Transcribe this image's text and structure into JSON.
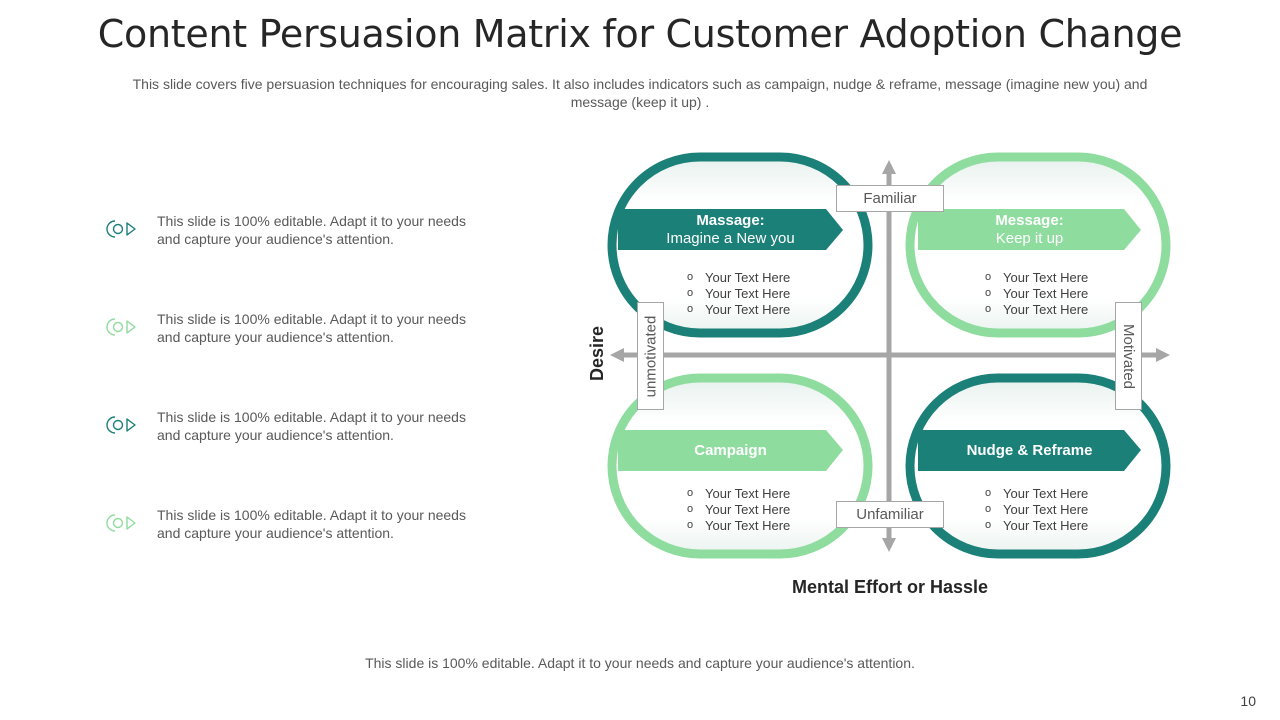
{
  "title": "Content Persuasion Matrix for Customer Adoption Change",
  "subtitle": "This slide covers five  persuasion techniques for encouraging sales. It also includes indicators such as campaign, nudge & reframe, message (imagine new you) and message (keep it up) .",
  "bullets": [
    {
      "text": "This slide is 100% editable. Adapt it to your needs and capture your audience's attention.",
      "color": "#1b8078"
    },
    {
      "text": "This slide is 100% editable. Adapt it to your needs and capture your audience's attention.",
      "color": "#8fdc9f"
    },
    {
      "text": "This slide is 100% editable. Adapt it to your needs and capture your audience's attention.",
      "color": "#1b8078"
    },
    {
      "text": "This slide is 100% editable. Adapt it to your needs and capture your audience's attention.",
      "color": "#8fdc9f"
    }
  ],
  "matrix": {
    "y_axis_label": "Desire",
    "x_axis_label": "Mental Effort or Hassle",
    "top_tag": "Familiar",
    "bottom_tag": "Unfamiliar",
    "left_tag": "unmotivated",
    "right_tag": "Motivated",
    "quadrants": [
      {
        "title": "Massage:",
        "subtitle": "Imagine a New you",
        "items": [
          "Your Text Here",
          "Your Text Here",
          "Your Text Here"
        ],
        "color": "#1b8078"
      },
      {
        "title": "Message:",
        "subtitle": "Keep it up",
        "items": [
          "Your Text Here",
          "Your Text Here",
          "Your Text Here"
        ],
        "color": "#8fdc9f"
      },
      {
        "title": "Campaign",
        "subtitle": "",
        "items": [
          "Your Text Here",
          "Your Text Here",
          "Your Text Here"
        ],
        "color": "#8fdc9f"
      },
      {
        "title": "Nudge & Reframe",
        "subtitle": "",
        "items": [
          "Your Text Here",
          "Your Text Here",
          "Your Text Here"
        ],
        "color": "#1b8078"
      }
    ]
  },
  "footer": "This slide is 100% editable. Adapt it to your needs and capture your audience's attention.",
  "page_number": "10"
}
